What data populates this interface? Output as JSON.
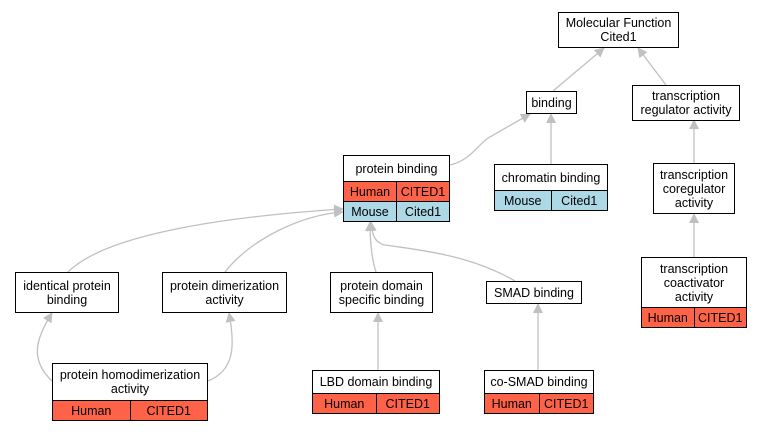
{
  "colors": {
    "human": "#ff6347",
    "mouse": "#add8e6",
    "edge": "#c0c0c0"
  },
  "nodes": {
    "mf_root": {
      "label": "Molecular Function\nCited1"
    },
    "binding": {
      "label": "binding"
    },
    "tra": {
      "label": "transcription\nregulator activity"
    },
    "protein_binding": {
      "label": "protein binding",
      "rows": [
        {
          "species": "Human",
          "gene": "CITED1"
        },
        {
          "species": "Mouse",
          "gene": "Cited1"
        }
      ]
    },
    "chromatin_binding": {
      "label": "chromatin binding",
      "rows": [
        {
          "species": "Mouse",
          "gene": "Cited1"
        }
      ]
    },
    "tcoreg": {
      "label": "transcription\ncoregulator\nactivity"
    },
    "tcoact": {
      "label": "transcription\ncoactivator\nactivity",
      "rows": [
        {
          "species": "Human",
          "gene": "CITED1"
        }
      ]
    },
    "ipb": {
      "label": "identical protein\nbinding"
    },
    "pda": {
      "label": "protein dimerization\nactivity"
    },
    "pdsb": {
      "label": "protein domain\nspecific binding"
    },
    "smad": {
      "label": "SMAD binding"
    },
    "phda": {
      "label": "protein homodimerization\nactivity",
      "rows": [
        {
          "species": "Human",
          "gene": "CITED1"
        }
      ]
    },
    "lbd": {
      "label": "LBD domain binding",
      "rows": [
        {
          "species": "Human",
          "gene": "CITED1"
        }
      ]
    },
    "cosmad": {
      "label": "co-SMAD binding",
      "rows": [
        {
          "species": "Human",
          "gene": "CITED1"
        }
      ]
    }
  }
}
